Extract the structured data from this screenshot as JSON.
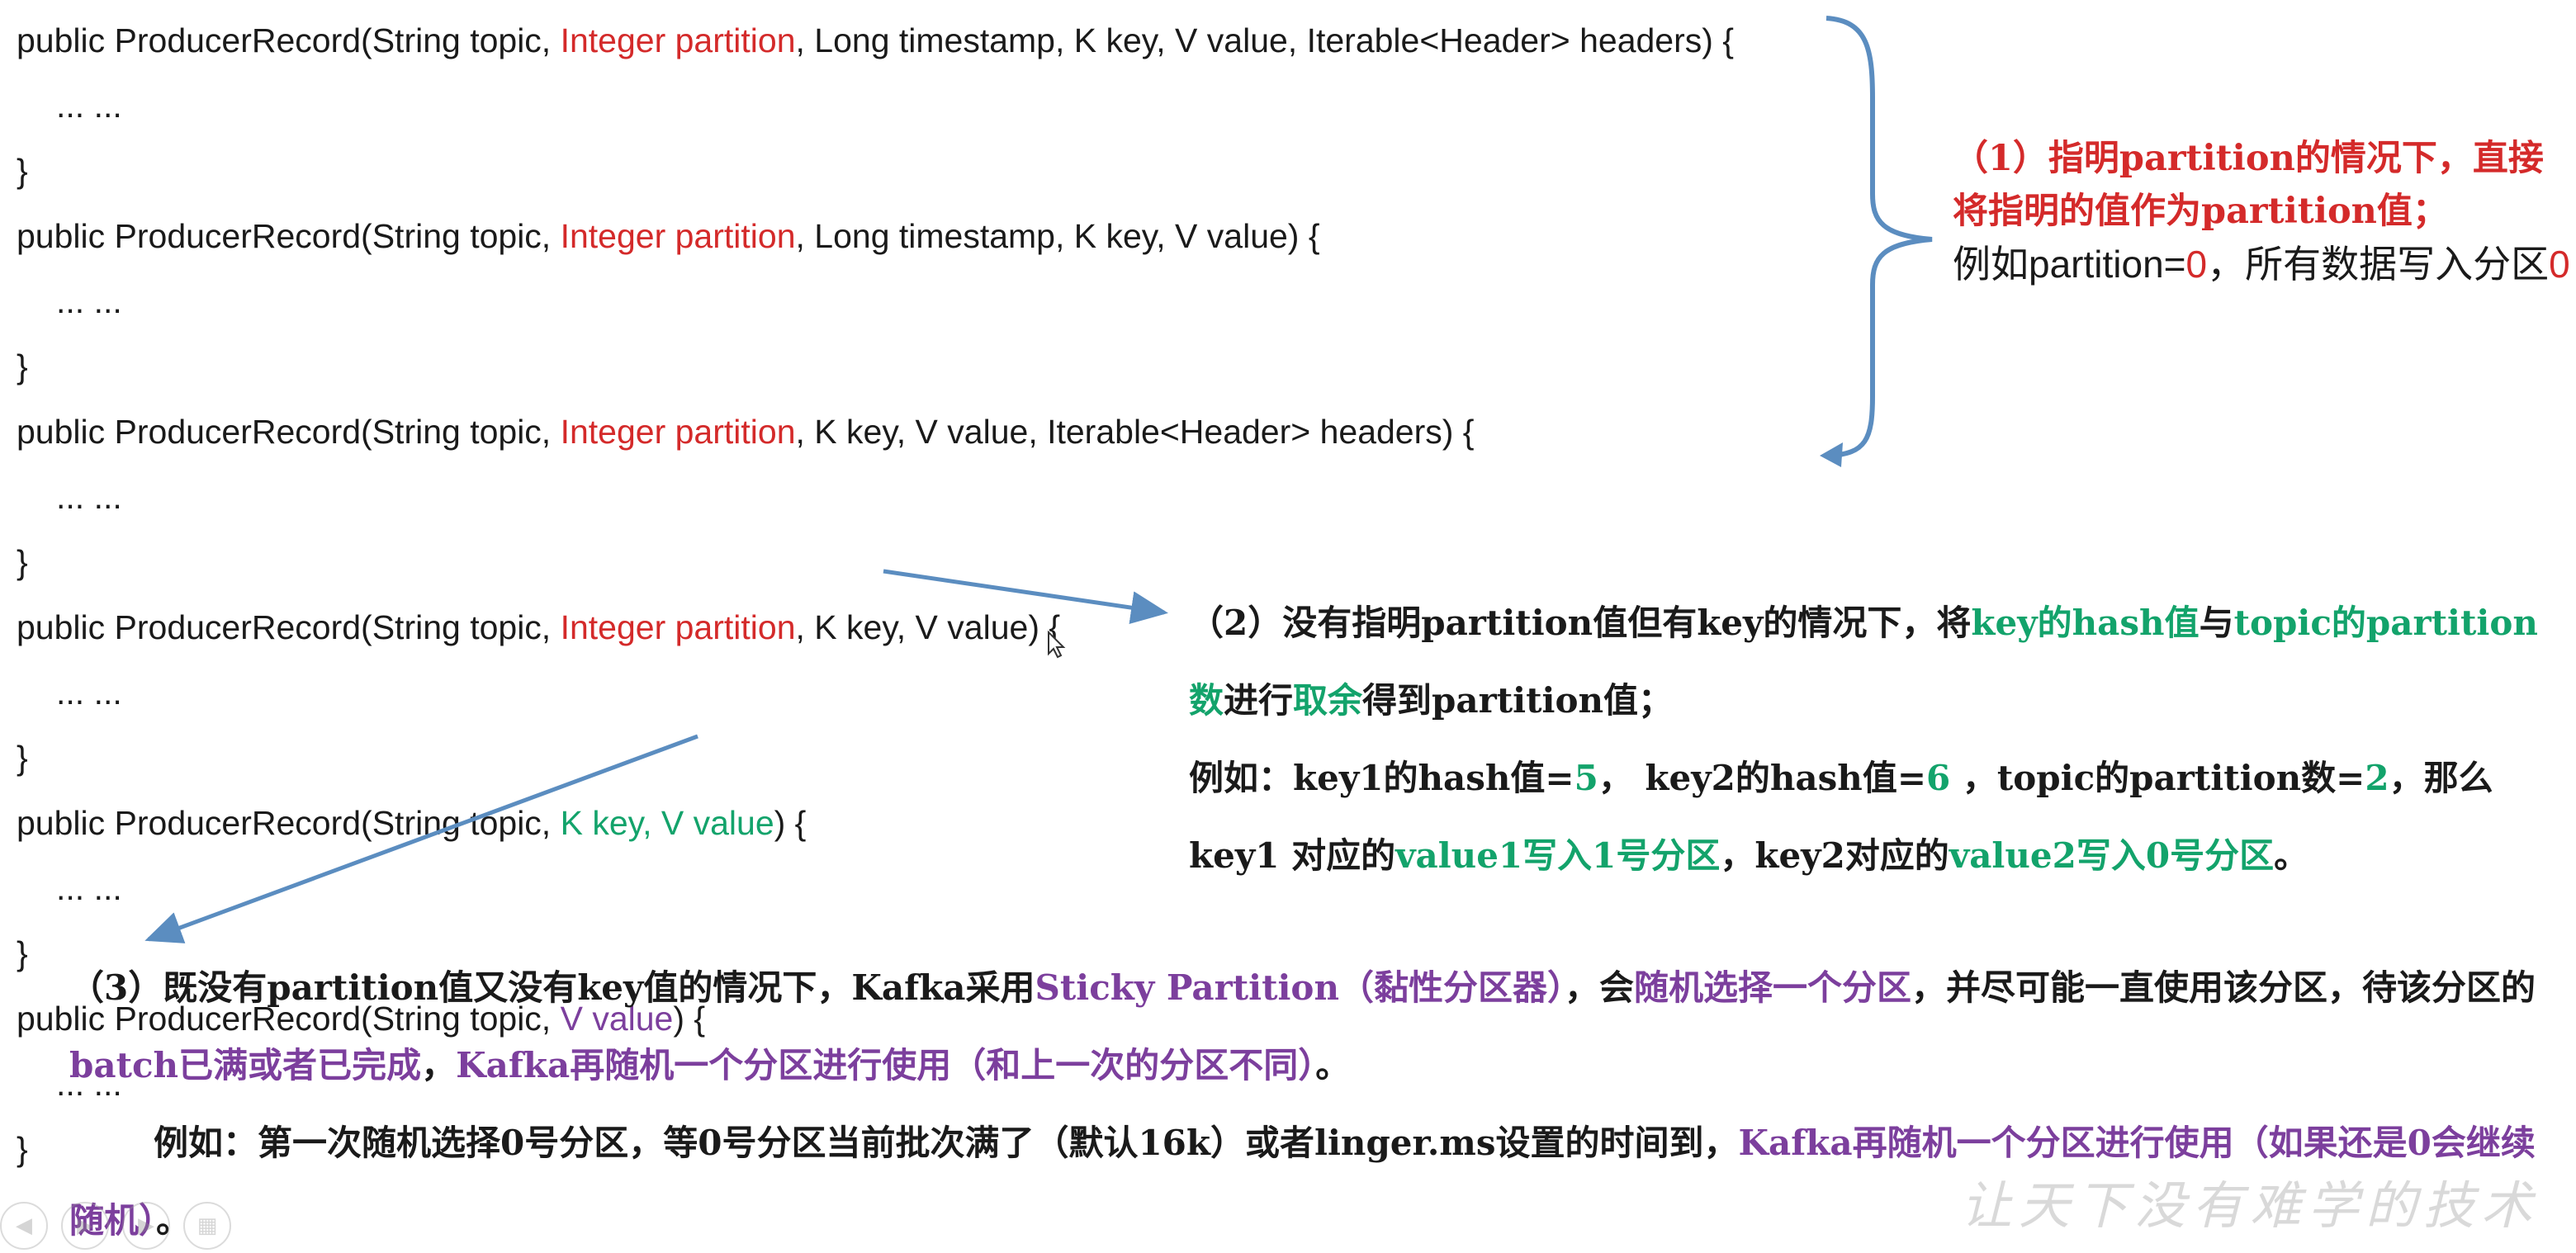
{
  "code": {
    "c1": {
      "a": "public ProducerRecord(String topic, ",
      "b": "Integer partition",
      "c": ", Long timestamp, K key, V value, Iterable<Header> headers) {"
    },
    "c2": {
      "a": "public ProducerRecord(String topic, ",
      "b": "Integer partition",
      "c": ", Long timestamp, K key, V value) {"
    },
    "c3": {
      "a": "public ProducerRecord(String topic, ",
      "b": "Integer partition",
      "c": ", K key, V value, Iterable<Header> headers) {"
    },
    "c4": {
      "a": "public ProducerRecord(String topic, ",
      "b": "Integer partition",
      "c": ", K key, V value) {"
    },
    "c5": {
      "a": "public ProducerRecord(String topic, ",
      "b": "K key, V value",
      "c": ") {"
    },
    "c6": {
      "a": "public ProducerRecord(String topic, ",
      "b": "V value",
      "c": ") {"
    },
    "dots": "... ...",
    "close": "}"
  },
  "note1": {
    "head": "（1）指明partition的情况下，直接将指明的值作为partition值；",
    "ex_a": "例如partition=",
    "ex_b": "0",
    "ex_c": "，所有数据写入分区",
    "ex_d": "0"
  },
  "note2": {
    "t1": "（2）没有指明partition值但有key的情况下，将",
    "t2": "key的hash值",
    "t3": "与",
    "t4": "topic的partition数",
    "t5": "进行",
    "t6": "取余",
    "t7": "得到partition值；",
    "t8": "例如：key1的hash值=",
    "t9": "5",
    "t10": "，  key2的hash值=",
    "t11": "6",
    "t12": " ，topic的partition数=",
    "t13": "2",
    "t14": "，那么key1 对应的",
    "t15": "value1写入1号分区",
    "t16": "，key2对应的",
    "t17": "value2写入0号分区",
    "t18": "。"
  },
  "note3": {
    "t1": "（3）既没有partition值又没有key值的情况下，Kafka采用",
    "t2": "Sticky Partition（黏性分区器）",
    "t3": "，会",
    "t4": "随机选择一个分区",
    "t5": "，并尽可能一直使用该分区，待该分区的",
    "t6": "batch已满或者已完成",
    "t7": "，",
    "t8": "Kafka再随机一个分区进行使用（和上一次的分区不同）",
    "t9": "。",
    "t10": "例如：第一次随机选择0号分区，等0号分区当前批次满了（默认16k）或者linger.ms设置的时间到，",
    "t11": "Kafka再随机一个分区进行使用（如果还是0会继续随机）",
    "t12": "。"
  },
  "watermark": "让天下没有难学的技术",
  "icons": [
    "prev-icon",
    "play-icon",
    "next-icon",
    "grid-icon"
  ],
  "colors": {
    "red": "#d42a2a",
    "green": "#13a36b",
    "purple": "#7c3f9d",
    "arrow": "#5b8dc0"
  }
}
